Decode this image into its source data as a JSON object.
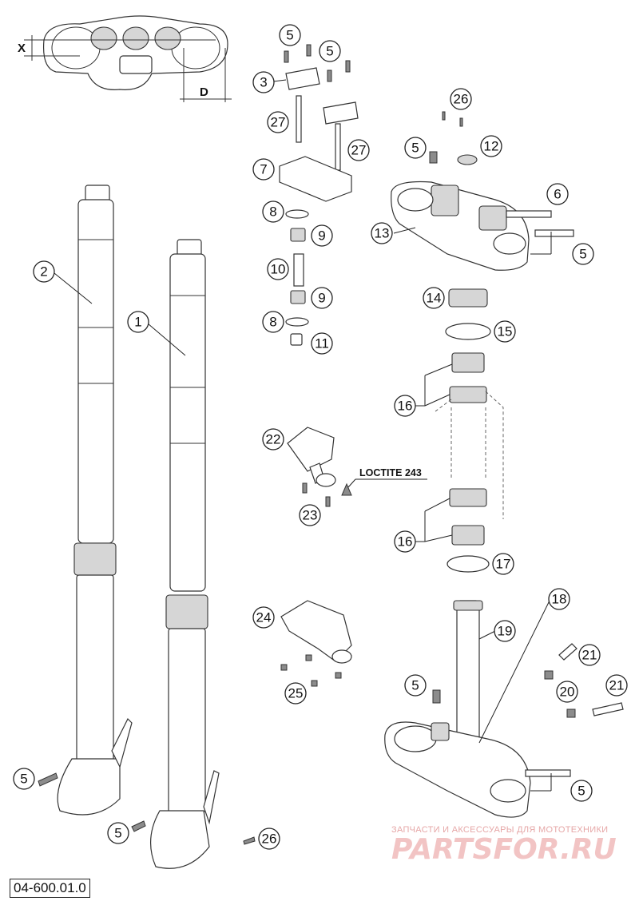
{
  "diagram": {
    "document_id": "04-600.01.0",
    "annotation": "LOCTITE 243",
    "dimension_labels": {
      "x": "X",
      "d": "D"
    },
    "watermark": {
      "line1": "ЗАПЧАСТИ И АКСЕССУАРЫ ДЛЯ МОТОТЕХНИКИ",
      "logo": "PARTSFOR.RU"
    },
    "callouts": {
      "c1": "1",
      "c2": "2",
      "c3": "3",
      "c5a": "5",
      "c5b": "5",
      "c5c": "5",
      "c5d": "5",
      "c5e": "5",
      "c5f": "5",
      "c5g": "5",
      "c6": "6",
      "c7": "7",
      "c8a": "8",
      "c8b": "8",
      "c9a": "9",
      "c9b": "9",
      "c10": "10",
      "c11": "11",
      "c12": "12",
      "c13": "13",
      "c14": "14",
      "c15": "15",
      "c16a": "16",
      "c16b": "16",
      "c17": "17",
      "c18": "18",
      "c19": "19",
      "c20": "20",
      "c21a": "21",
      "c21b": "21",
      "c22": "22",
      "c23": "23",
      "c24": "24",
      "c25": "25",
      "c26a": "26",
      "c26b": "26",
      "c27a": "27",
      "c27b": "27"
    }
  }
}
